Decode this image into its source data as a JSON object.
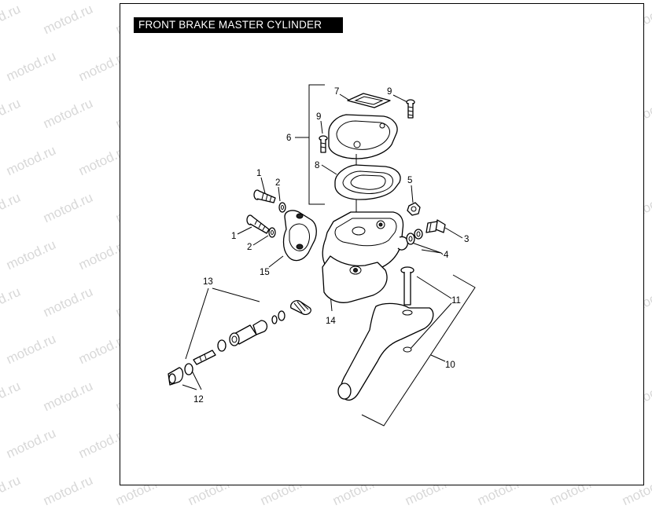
{
  "title": "FRONT BRAKE MASTER CYLINDER",
  "watermark": "motod.ru",
  "callouts": {
    "c1a": "1",
    "c2a": "2",
    "c1b": "1",
    "c2b": "2",
    "c3": "3",
    "c4": "4",
    "c5": "5",
    "c6": "6",
    "c7": "7",
    "c8": "8",
    "c9a": "9",
    "c9b": "9",
    "c10": "10",
    "c11": "11",
    "c12": "12",
    "c13": "13",
    "c14": "14",
    "c15": "15"
  }
}
